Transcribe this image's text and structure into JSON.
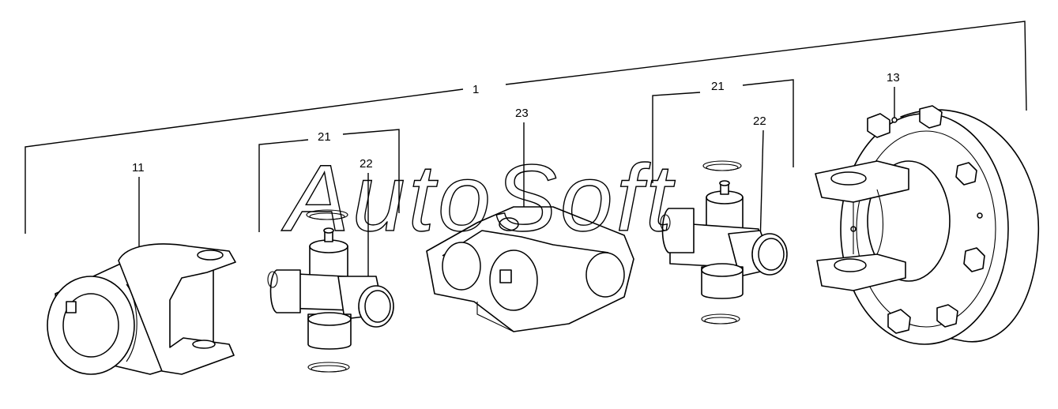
{
  "watermark": "AutoSoft",
  "callouts": {
    "assembly": "1",
    "front_yoke": "11",
    "flange_yoke": "13",
    "ujoint_left": "21",
    "ujoint_right": "21",
    "snap_ring_left": "22",
    "snap_ring_right": "22",
    "center_coupler": "23"
  }
}
